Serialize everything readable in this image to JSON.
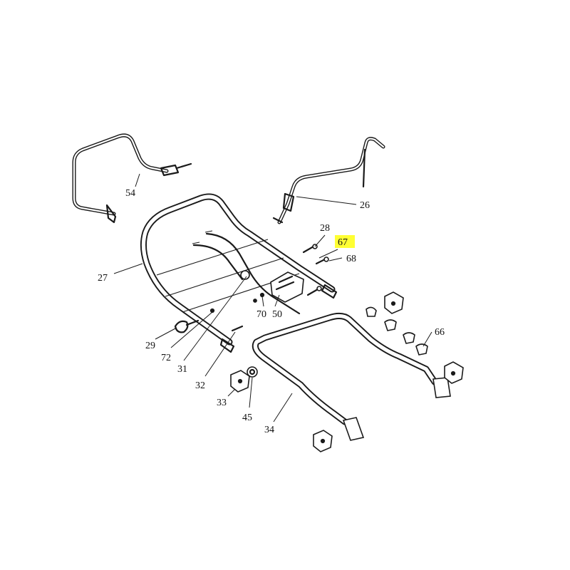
{
  "diagram": {
    "callouts": [
      {
        "id": "c54",
        "label": "54"
      },
      {
        "id": "c26",
        "label": "26"
      },
      {
        "id": "c28",
        "label": "28"
      },
      {
        "id": "c67",
        "label": "67",
        "highlighted": true
      },
      {
        "id": "c68",
        "label": "68"
      },
      {
        "id": "c27",
        "label": "27"
      },
      {
        "id": "c70",
        "label": "70"
      },
      {
        "id": "c50",
        "label": "50"
      },
      {
        "id": "c66",
        "label": "66"
      },
      {
        "id": "c29",
        "label": "29"
      },
      {
        "id": "c72",
        "label": "72"
      },
      {
        "id": "c31",
        "label": "31"
      },
      {
        "id": "c32",
        "label": "32"
      },
      {
        "id": "c33",
        "label": "33"
      },
      {
        "id": "c45",
        "label": "45"
      },
      {
        "id": "c34",
        "label": "34"
      }
    ],
    "highlight_color": "#ffff33",
    "line_color": "#1a1a1a"
  }
}
